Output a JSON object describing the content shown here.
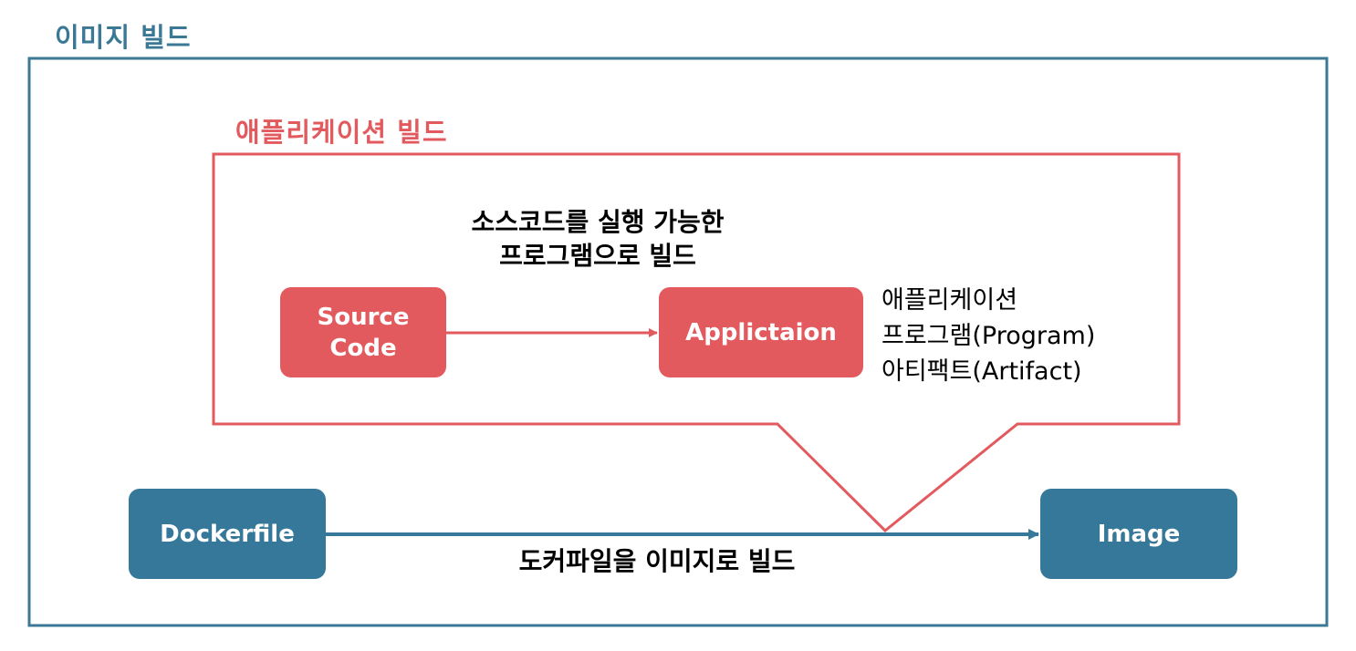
{
  "outer": {
    "title": "이미지 빌드"
  },
  "inner": {
    "title": "애플리케이션 빌드",
    "description": [
      "소스코드를 실행 가능한",
      "프로그램으로 빌드"
    ]
  },
  "nodes": {
    "source": [
      "Source",
      "Code"
    ],
    "application": "Applictaion",
    "dockerfile": "Dockerfile",
    "image": "Image"
  },
  "app_info": [
    "애플리케이션",
    "프로그램(Program)",
    "아티팩트(Artifact)"
  ],
  "bottom_label": "도커파일을 이미지로 빌드",
  "colors": {
    "blue": "#35789a",
    "red": "#e25a5e"
  }
}
